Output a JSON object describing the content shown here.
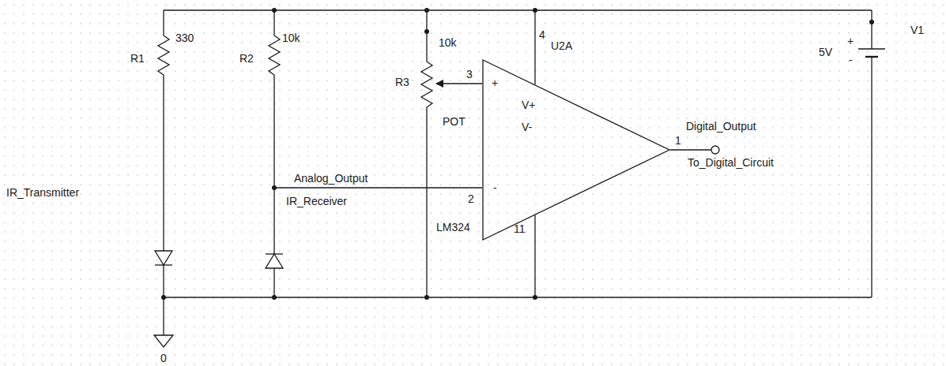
{
  "diagram": {
    "nodes": [
      {
        "text": [
          "+",
          "-",
          "V+",
          "V-"
        ]
      }
    ],
    "labels": [
      "R1",
      "330",
      "R2",
      "10k",
      "IR_Transmitter",
      "Analog_Output",
      "IR_Receiver",
      "10k",
      "R3",
      "POT",
      "3",
      "2",
      "4",
      "U2A",
      "LM324",
      "11",
      "Digital_Output",
      "1",
      "To_Digital_Circuit",
      "5V",
      "V1",
      "+",
      "-",
      "0"
    ]
  }
}
